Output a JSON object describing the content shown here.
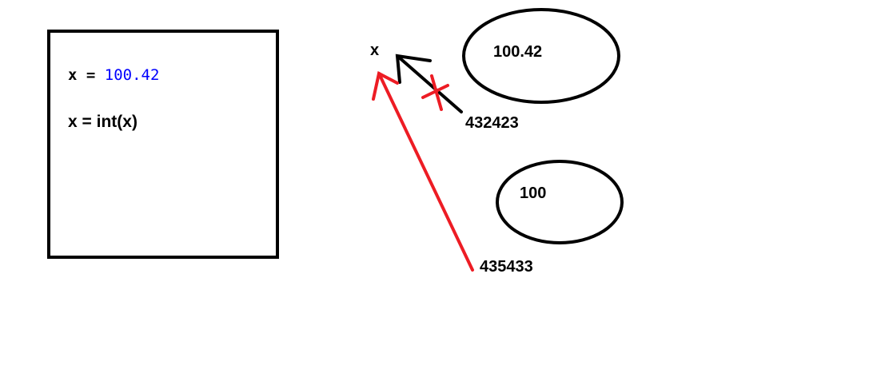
{
  "code": {
    "line1_var": "x",
    "line1_eq": " = ",
    "line1_value": "100.42",
    "line2": "x = int(x)"
  },
  "diagram": {
    "variable_label": "x",
    "object_float_value": "100.42",
    "object_float_address": "432423",
    "object_int_value": "100",
    "object_int_address": "435433"
  },
  "colors": {
    "ink": "#000000",
    "code_number": "#0000ff",
    "new_reference": "#ed1c24"
  }
}
